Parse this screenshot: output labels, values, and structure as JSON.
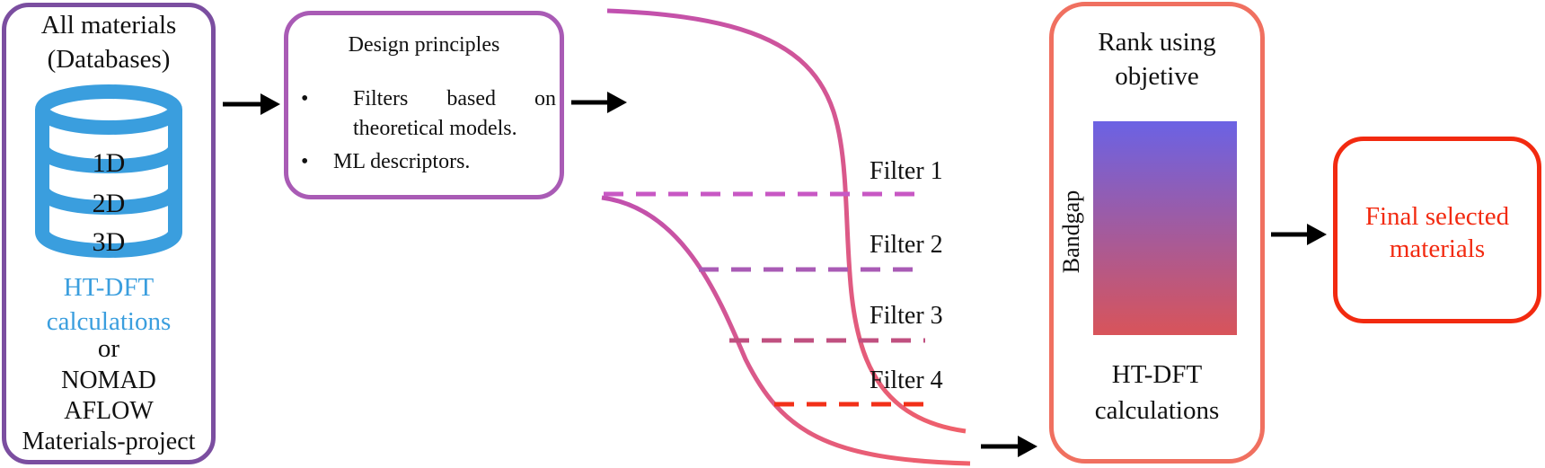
{
  "materials_box": {
    "title_line1": "All materials",
    "title_line2": "(Databases)",
    "db_layers": [
      "1D",
      "2D",
      "3D"
    ],
    "htdft_line1": "HT-DFT",
    "htdft_line2": "calculations",
    "or_label": "or",
    "sources": [
      "NOMAD",
      "AFLOW",
      "Materials-project"
    ],
    "border_color": "#7b4ea0",
    "db_icon_color": "#3a9ede",
    "htdft_color": "#3a9ede"
  },
  "design_box": {
    "title": "Design principles",
    "bullets": [
      "Filters based on theoretical models.",
      "ML descriptors."
    ],
    "bullet_line1_a": "Filters",
    "bullet_line1_b": "based",
    "bullet_line1_c": "on",
    "bullet_line1_d": "theoretical models.",
    "border_color": "#a95bb5"
  },
  "funnel": {
    "filters": [
      "Filter 1",
      "Filter 2",
      "Filter 3",
      "Filter 4"
    ],
    "filter_colors": [
      "#c858c4",
      "#a95bb5",
      "#c05080",
      "#f23018"
    ],
    "curve_top_color": "#c050b0",
    "curve_bottom_color": "#f0606a"
  },
  "rank_box": {
    "title_line1": "Rank using",
    "title_line2": "objetive",
    "axis_label": "Bandgap",
    "gradient_top": "#6b62e4",
    "gradient_bottom": "#d8545a",
    "htdft_line1": "HT-DFT",
    "htdft_line2": "calculations",
    "border_color": "#f07060"
  },
  "final_box": {
    "line1": "Final selected",
    "line2": "materials",
    "color": "#f22a10"
  }
}
